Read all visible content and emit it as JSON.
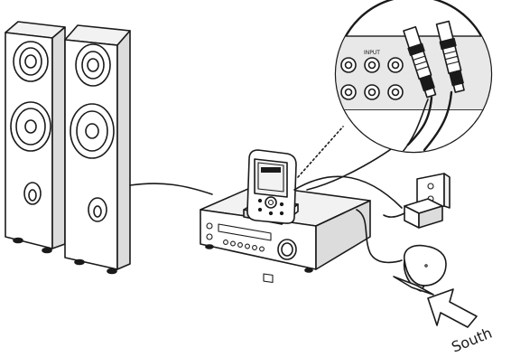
{
  "labels": {
    "input_panel": "INPUT",
    "direction": "South"
  },
  "icons": [
    "speaker-left",
    "speaker-right",
    "receiver",
    "handheld-dock",
    "wall-outlet",
    "power-adapter",
    "wireless-antenna",
    "rca-plug-pair",
    "direction-arrow"
  ],
  "colors": {
    "line": "#1a1a1a",
    "background": "#ffffff"
  }
}
